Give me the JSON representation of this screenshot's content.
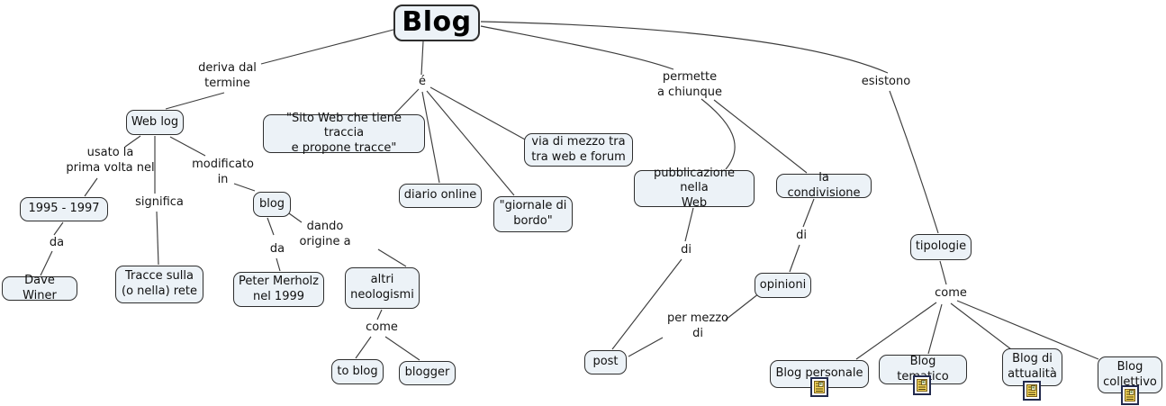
{
  "map": {
    "tool_hint": "concept-map",
    "colors": {
      "node_fill": "#ecf2f7",
      "node_border": "#2e2e2e",
      "edge_line": "#3d3d3d",
      "background": "#ffffff",
      "resource_icon_gold": "#f3d55b",
      "resource_icon_frame": "#222a4d"
    }
  },
  "nodes": {
    "blog": {
      "label": "Blog"
    },
    "web_log": {
      "label": "Web log"
    },
    "years": {
      "label": "1995 - 1997"
    },
    "dave_winer": {
      "label": "Dave Winer"
    },
    "tracce": {
      "label": "Tracce sulla\n(o nella) rete"
    },
    "blog_small": {
      "label": "blog"
    },
    "peter": {
      "label": "Peter Merholz\nnel 1999"
    },
    "neologismi": {
      "label": "altri\nneologismi"
    },
    "to_blog": {
      "label": "to blog"
    },
    "blogger": {
      "label": "blogger"
    },
    "sito_web": {
      "label": "\"Sito Web che tiene traccia\ne propone tracce\""
    },
    "diario": {
      "label": "diario online"
    },
    "giornale": {
      "label": "\"giornale di\nbordo\""
    },
    "via_di_mezzo": {
      "label": "via di mezzo tra\ntra web e forum"
    },
    "pubblicazione": {
      "label": "pubblicazione nella\nWeb"
    },
    "condivisione": {
      "label": "la condivisione"
    },
    "opinioni": {
      "label": "opinioni"
    },
    "post": {
      "label": "post"
    },
    "tipologie": {
      "label": "tipologie"
    },
    "personale": {
      "label": "Blog personale"
    },
    "tematico": {
      "label": "Blog tematico"
    },
    "attualita": {
      "label": "Blog di\nattualità"
    },
    "collettivo": {
      "label": "Blog\ncollettivo"
    }
  },
  "links": {
    "deriva": {
      "label": "deriva dal\ntermine"
    },
    "usato": {
      "label": "usato la\nprima volta nel"
    },
    "significa": {
      "label": "significa"
    },
    "da1": {
      "label": "da"
    },
    "modificato": {
      "label": "modificato\nin"
    },
    "da2": {
      "label": "da"
    },
    "dando": {
      "label": "dando\norigine a"
    },
    "come1": {
      "label": "come"
    },
    "e": {
      "label": "é"
    },
    "permette": {
      "label": "permette\na chiunque"
    },
    "esistono": {
      "label": "esistono"
    },
    "di1": {
      "label": "di"
    },
    "di2": {
      "label": "di"
    },
    "per_mezzo": {
      "label": "per mezzo\ndi"
    },
    "come2": {
      "label": "come"
    }
  },
  "icons": {
    "resource": "document-resource-icon"
  }
}
